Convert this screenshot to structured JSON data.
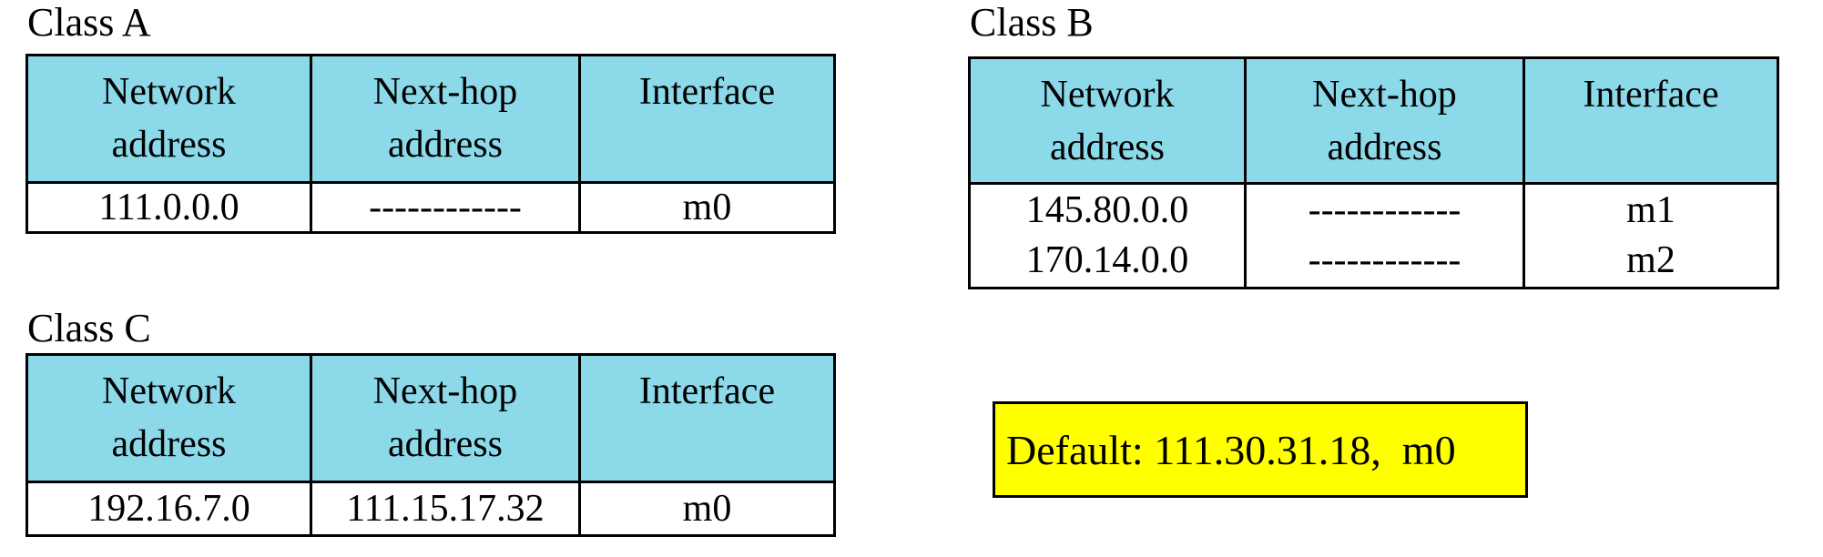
{
  "colors": {
    "header_bg": "#8BD9E9",
    "default_bg": "#FFFF00",
    "border": "#000000",
    "text": "#000000",
    "page_bg": "#FFFFFF"
  },
  "tables": [
    {
      "title": "Class A",
      "headers": [
        "Network\naddress",
        "Next-hop\naddress",
        "Interface"
      ],
      "rows": [
        [
          "111.0.0.0",
          "------------",
          "m0"
        ]
      ]
    },
    {
      "title": "Class B",
      "headers": [
        "Network\naddress",
        "Next-hop\naddress",
        "Interface"
      ],
      "rows": [
        [
          "145.80.0.0",
          "------------",
          "m1"
        ],
        [
          "170.14.0.0",
          "------------",
          "m2"
        ]
      ]
    },
    {
      "title": "Class C",
      "headers": [
        "Network\naddress",
        "Next-hop\naddress",
        "Interface"
      ],
      "rows": [
        [
          "192.16.7.0",
          "111.15.17.32",
          "m0"
        ]
      ]
    }
  ],
  "default_box": {
    "label": "Default: 111.30.31.18,  m0"
  }
}
